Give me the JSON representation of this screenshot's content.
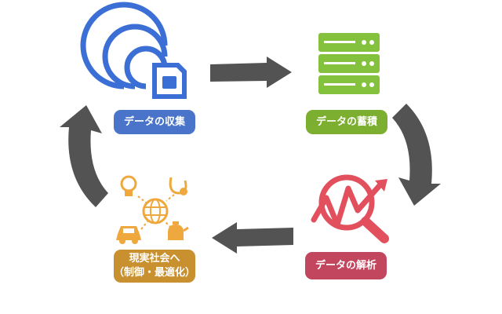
{
  "colors": {
    "collect": "#4a74c9",
    "store": "#7cae2f",
    "analyze": "#c2465e",
    "apply": "#c8902f",
    "arrow": "#535353",
    "collect_icon": "#3b6fd6",
    "store_icon": "#84c13d",
    "analyze_icon": "#e2505e",
    "apply_icon": "#efa83d"
  },
  "icons": {
    "collect": "radio-signal-sim-icon",
    "store": "server-rack-icon",
    "analyze": "magnifier-chart-icon",
    "apply": "network-globe-devices-icon"
  },
  "steps": {
    "collect": {
      "label": "データの収集"
    },
    "store": {
      "label": "データの蓄積"
    },
    "analyze": {
      "label": "データの解析"
    },
    "apply": {
      "label_line1": "現実社会へ",
      "label_line2": "（制御・最適化）"
    }
  }
}
